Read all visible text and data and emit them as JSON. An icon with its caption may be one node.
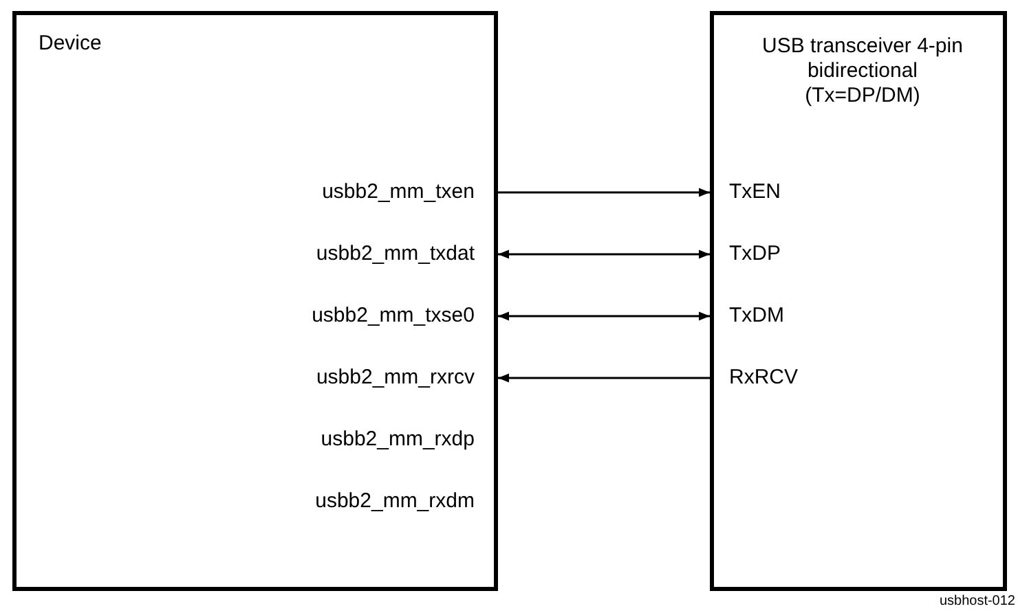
{
  "diagram": {
    "nodes": [
      {
        "text": [
          "Device"
        ]
      },
      {
        "text": [
          "USB transceiver 4-pin bidirectional (Tx=DP/DM)"
        ]
      }
    ],
    "edges": [
      {
        "from": 0,
        "to": 1,
        "arrow": "to"
      },
      {
        "from": 0,
        "to": 1,
        "arrow": "both"
      },
      {
        "from": 0,
        "to": 1,
        "arrow": "both"
      },
      {
        "from": 1,
        "to": 0,
        "arrow": "to"
      }
    ],
    "labels": [
      "usbb2_mm_txen",
      "TxEN",
      "usbb2_mm_txdat",
      "TxDP",
      "usbb2_mm_txse0",
      "TxDM",
      "usbb2_mm_rxrcv",
      "RxRCV",
      "usbb2_mm_rxdp",
      "usbb2_mm_rxdm",
      "usbhost-012"
    ]
  }
}
